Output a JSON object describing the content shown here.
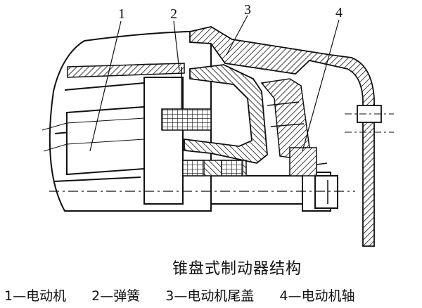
{
  "diagram": {
    "callouts": [
      "1",
      "2",
      "3",
      "4"
    ],
    "caption": "锥盘式制动器结构",
    "legend": [
      "1—电动机",
      "2—弹簧",
      "3—电动机尾盖",
      "4—电动机轴"
    ]
  }
}
